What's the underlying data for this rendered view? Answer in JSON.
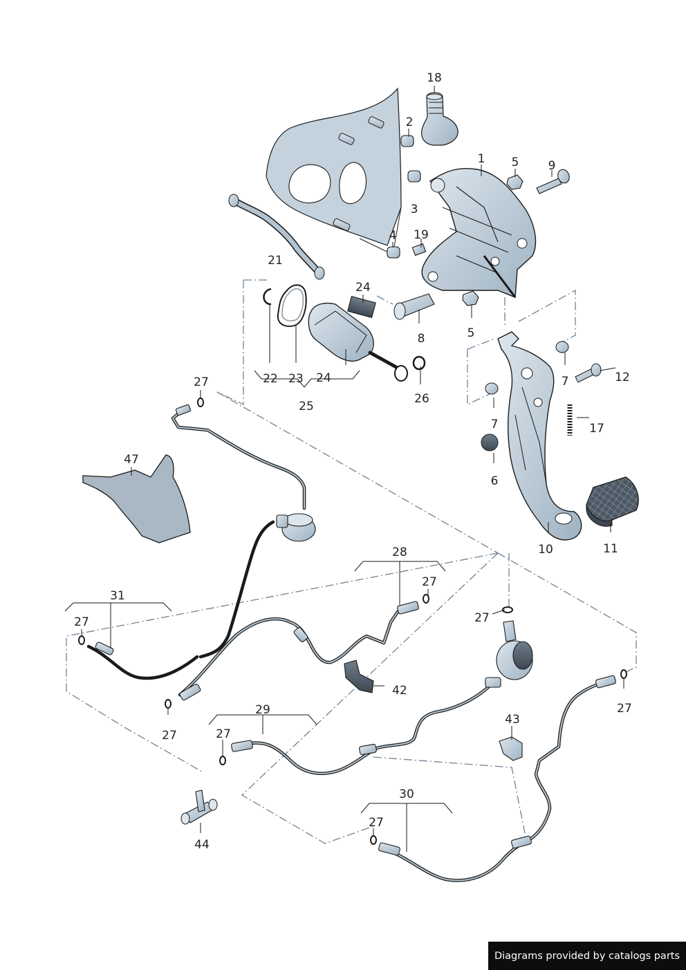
{
  "callouts": [
    {
      "key": "c18",
      "text": "18"
    },
    {
      "key": "c2",
      "text": "2"
    },
    {
      "key": "c1",
      "text": "1"
    },
    {
      "key": "c5a",
      "text": "5"
    },
    {
      "key": "c9",
      "text": "9"
    },
    {
      "key": "c3",
      "text": "3"
    },
    {
      "key": "c4",
      "text": "4"
    },
    {
      "key": "c19",
      "text": "19"
    },
    {
      "key": "c21",
      "text": "21"
    },
    {
      "key": "c24a",
      "text": "24"
    },
    {
      "key": "c8",
      "text": "8"
    },
    {
      "key": "c5b",
      "text": "5"
    },
    {
      "key": "c22",
      "text": "22"
    },
    {
      "key": "c23",
      "text": "23"
    },
    {
      "key": "c24b",
      "text": "24"
    },
    {
      "key": "c25",
      "text": "25"
    },
    {
      "key": "c26",
      "text": "26"
    },
    {
      "key": "c7a",
      "text": "7"
    },
    {
      "key": "c12",
      "text": "12"
    },
    {
      "key": "c7b",
      "text": "7"
    },
    {
      "key": "c17",
      "text": "17"
    },
    {
      "key": "c6",
      "text": "6"
    },
    {
      "key": "c10",
      "text": "10"
    },
    {
      "key": "c11",
      "text": "11"
    },
    {
      "key": "c27a",
      "text": "27"
    },
    {
      "key": "c47",
      "text": "47"
    },
    {
      "key": "c28",
      "text": "28"
    },
    {
      "key": "c27b",
      "text": "27"
    },
    {
      "key": "c27c",
      "text": "27"
    },
    {
      "key": "c31",
      "text": "31"
    },
    {
      "key": "c27d",
      "text": "27"
    },
    {
      "key": "c42",
      "text": "42"
    },
    {
      "key": "c27e",
      "text": "27"
    },
    {
      "key": "c27f",
      "text": "27"
    },
    {
      "key": "c29",
      "text": "29"
    },
    {
      "key": "c27g",
      "text": "27"
    },
    {
      "key": "c43",
      "text": "43"
    },
    {
      "key": "c44",
      "text": "44"
    },
    {
      "key": "c30",
      "text": "30"
    },
    {
      "key": "c27h",
      "text": "27"
    }
  ],
  "credit": "Diagrams provided by catalogs parts",
  "colors": {
    "part_fill": "#c9d6e0",
    "part_shade": "#9fb3c3",
    "outline": "#1a1a1a",
    "dash_line": "#6f8394",
    "leader": "#1a1a1a"
  }
}
